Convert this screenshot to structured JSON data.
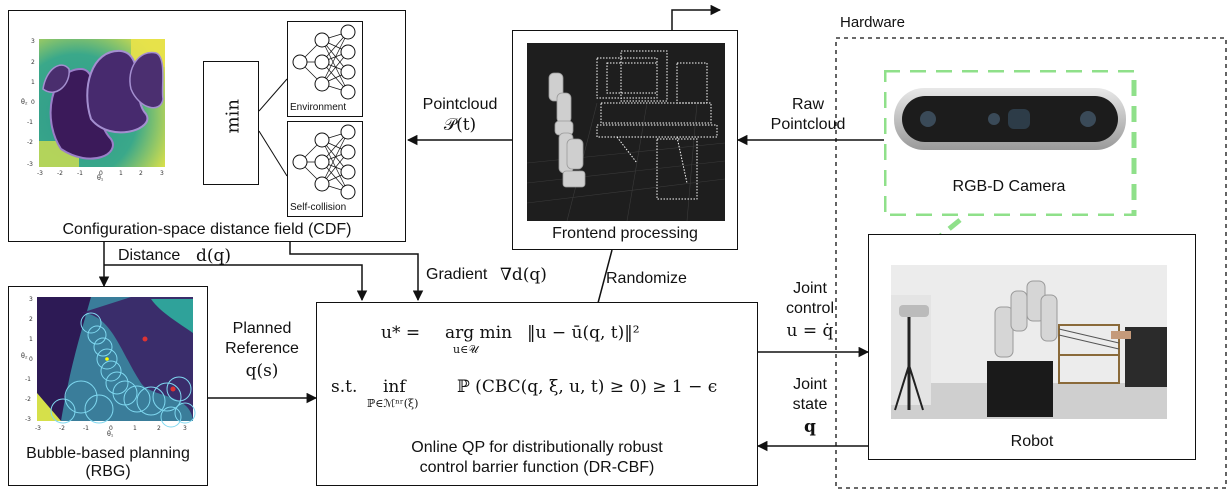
{
  "hardware": {
    "title": "Hardware"
  },
  "cdf": {
    "caption": "Configuration-space distance field (CDF)",
    "min_label": "min",
    "net1_label": "Environment",
    "net2_label": "Self-collision",
    "plot_xlabel": "θ₁",
    "plot_ylabel": "θ₂",
    "ticks": [
      "-3",
      "-2",
      "-1",
      "0",
      "1",
      "2",
      "3"
    ]
  },
  "rbg": {
    "caption_line1": "Bubble-based planning",
    "caption_line2": "(RBG)",
    "plot_xlabel": "θ₁",
    "plot_ylabel": "θ₂",
    "ticks": [
      "-3",
      "-2",
      "-1",
      "0",
      "1",
      "2",
      "3"
    ]
  },
  "frontend": {
    "caption": "Frontend processing"
  },
  "camera": {
    "caption": "RGB-D Camera"
  },
  "robot": {
    "caption": "Robot"
  },
  "qp": {
    "caption_line1": "Online QP for distributionally robust",
    "caption_line2": "control barrier function (DR-CBF)",
    "eq1_lhs": "u* =",
    "eq1_op": "arg min",
    "eq1_sub": "u∈𝒰",
    "eq1_rhs": "‖u − ū(q, t)‖²",
    "eq2_st": "s.t.",
    "eq2_inf": "inf",
    "eq2_sub": "ℙ∈ℳⁿʳ(ξ)",
    "eq2_rhs": "ℙ (CBC(q, ξ, u, t) ≥ 0) ≥ 1 − ϵ"
  },
  "arrows": {
    "pointcloud_line1": "Pointcloud",
    "pointcloud_line2": "𝒫(t)",
    "raw_line1": "Raw",
    "raw_line2": "Pointcloud",
    "distance": "Distance",
    "distance_math": "d(q)",
    "gradient": "Gradient",
    "gradient_math": "∇d(q)",
    "randomize": "Randomize",
    "planned_line1": "Planned",
    "planned_line2": "Reference",
    "planned_line3": "q(s)",
    "joint_control_line1": "Joint",
    "joint_control_line2": "control",
    "joint_control_line3": "u = q̇",
    "joint_state_line1": "Joint",
    "joint_state_line2": "state",
    "joint_state_line3": "q"
  },
  "colors": {
    "camera_highlight": "#8fe08a",
    "cdf_dark": "#3b1a5a",
    "cdf_mid": "#3f7c9a",
    "cdf_light": "#e6e84a",
    "rbg_bubble": "#7fd8f0"
  }
}
